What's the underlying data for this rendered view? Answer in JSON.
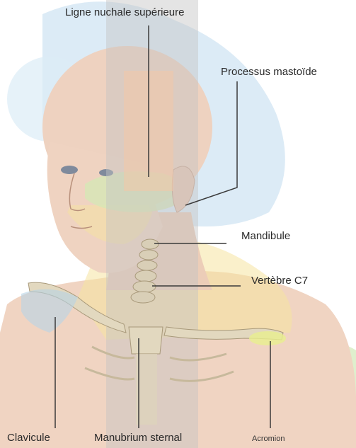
{
  "labels": {
    "ligne_nuchale": "Ligne nuchale supérieure",
    "processus_mastoide": "Processus mastoïde",
    "mandibule": "Mandibule",
    "vertebre_c7": "Vertèbre C7",
    "clavicule": "Clavicule",
    "manubrium": "Manubrium sternal",
    "acromion": "Acromion"
  },
  "colors": {
    "skin": "#f2d6c4",
    "skin_shade": "#e7bfa8",
    "bg_blue": "#cfe4f2",
    "bg_orange": "#f7dcc0",
    "bg_green": "#dcedc8",
    "grey_band": "#bdbdbd",
    "bone": "#d9cfb7",
    "leader_line": "#3a3a3a"
  }
}
